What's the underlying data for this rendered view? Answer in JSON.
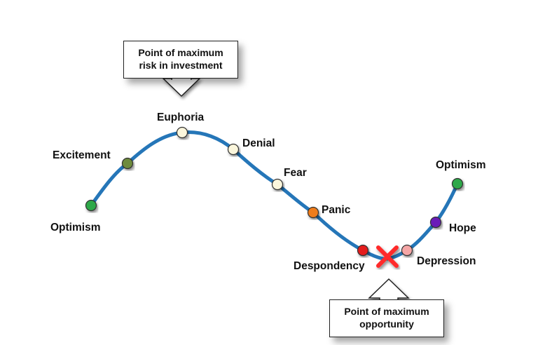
{
  "colors": {
    "curve": "#2576b8",
    "optimism_start": "#2ea84a",
    "excitement": "#6e8b3d",
    "euphoria": "#fbf6dc",
    "denial": "#fbf6dc",
    "fear": "#fbf6dc",
    "panic": "#f07d1a",
    "despondency": "#e41a1c",
    "depression": "#f5a6a6",
    "hope": "#6a1fb8",
    "optimism_end": "#2ea84a",
    "marker": "#ff2a2a"
  },
  "callouts": {
    "top": {
      "line1": "Point of maximum",
      "line2": "risk in investment"
    },
    "bottom": {
      "line1": "Point of maximum",
      "line2": "opportunity"
    }
  },
  "stages": {
    "optimism_start": "Optimism",
    "excitement": "Excitement",
    "euphoria": "Euphoria",
    "denial": "Denial",
    "fear": "Fear",
    "panic": "Panic",
    "despondency": "Despondency",
    "depression": "Depression",
    "hope": "Hope",
    "optimism_end": "Optimism"
  },
  "icons": {
    "marker": "x-mark-icon"
  }
}
